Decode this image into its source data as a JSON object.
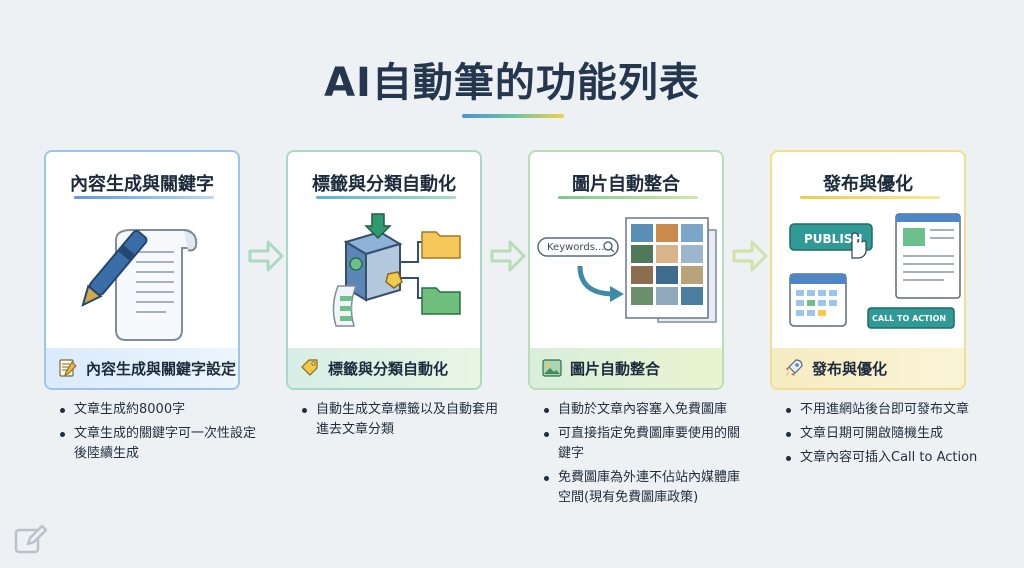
{
  "title": "AI自動筆的功能列表",
  "cards": [
    {
      "title": "內容生成與關鍵字",
      "footer": "內容生成與關鍵字設定",
      "footer_icon": "notepad-pencil-icon",
      "illustration": "pen-and-scroll",
      "bullets": [
        "文章生成約8000字",
        "文章生成的關鍵字可一次性設定後陸續生成"
      ]
    },
    {
      "title": "標籤與分類自動化",
      "footer": "標籤與分類自動化",
      "footer_icon": "tag-icon",
      "illustration": "sorting-machine-with-folders",
      "bullets": [
        "自動生成文章標籤以及自動套用進去文章分類"
      ]
    },
    {
      "title": "圖片自動整合",
      "footer": "圖片自動整合",
      "footer_icon": "picture-icon",
      "illustration": "keyword-search-to-image-gallery",
      "search_placeholder": "Keywords...",
      "bullets": [
        "自動於文章內容塞入免費圖庫",
        "可直接指定免費圖庫要使用的關鍵字",
        "免費圖庫為外連不佔站內媒體庫空間(現有免費圖庫政策)"
      ]
    },
    {
      "title": "發布與優化",
      "footer": "發布與優化",
      "footer_icon": "rocket-icon",
      "illustration": "publish-button-calendar-cta",
      "publish_label": "PUBLISH",
      "cta_label": "CALL TO ACTION",
      "bullets": [
        "不用進網站後台即可發布文章",
        "文章日期可開啟隨機生成",
        "文章內容可插入Call to Action"
      ]
    }
  ],
  "colors": {
    "background": "#eef1f4",
    "title": "#24374f",
    "blue": "#4a90d9",
    "teal": "#5bb2d8",
    "green": "#7cc68e",
    "yellow": "#f2c94c"
  }
}
